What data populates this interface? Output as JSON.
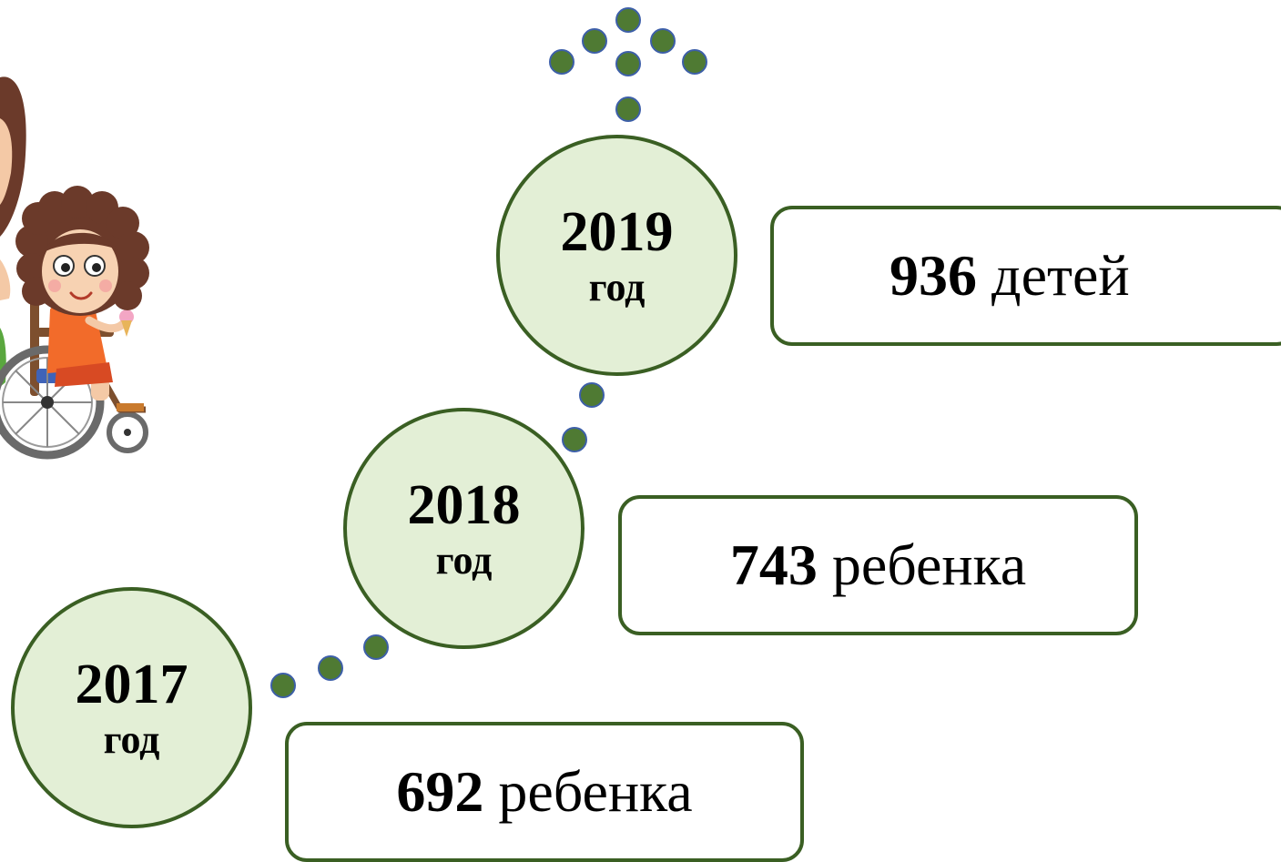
{
  "steps": [
    {
      "year": "2017",
      "year_word": "год",
      "count": "692",
      "unit": "ребенка"
    },
    {
      "year": "2018",
      "year_word": "год",
      "count": "743",
      "unit": "ребенка"
    },
    {
      "year": "2019",
      "year_word": "год",
      "count": "936",
      "unit": "детей"
    }
  ],
  "colors": {
    "circle_fill": "#e3efd6",
    "border": "#3a5f23",
    "dot_fill": "#4f7a33",
    "dot_outline": "#3d5fa8"
  }
}
